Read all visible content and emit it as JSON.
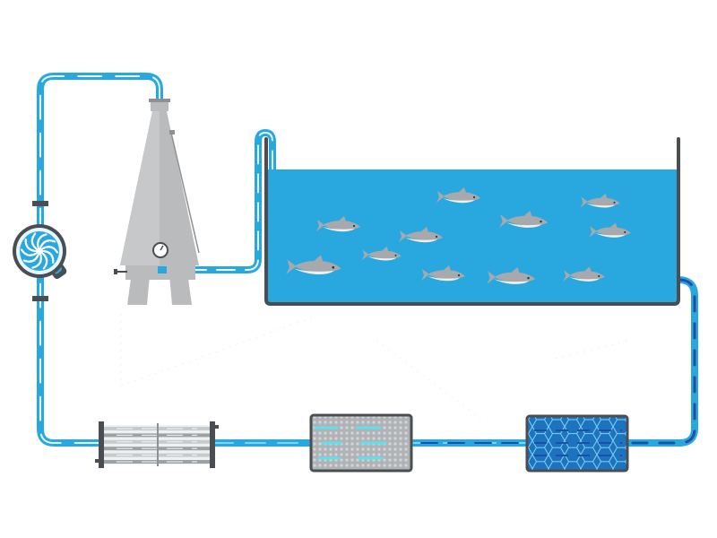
{
  "title": "",
  "colors": {
    "water": "#29a8e0",
    "water_light": "#7fd4f5",
    "pipe": "#29a8e0",
    "pipe_dark": "#1f8cc4",
    "pipe_highlight": "#e6f7ff",
    "tank_wall": "#4a4d52",
    "steel": "#b9bbbd",
    "steel_dark": "#8e9093",
    "fish_body": "#a7a9ac",
    "fish_belly": "#eef0f2",
    "bio_media": "#1e73be",
    "background": "#ffffff"
  },
  "components": [
    {
      "id": "pump",
      "icon": "pump-icon"
    },
    {
      "id": "protein-skimmer",
      "icon": "cone-skimmer-icon"
    },
    {
      "id": "fish-tank",
      "icon": "fish-tank-icon"
    },
    {
      "id": "mechanical-filter",
      "icon": "mechanical-filter-icon"
    },
    {
      "id": "biofilter",
      "icon": "biofilter-icon"
    },
    {
      "id": "uv-sterilizer",
      "icon": "uv-sterilizer-icon"
    }
  ],
  "fish_count": 11
}
